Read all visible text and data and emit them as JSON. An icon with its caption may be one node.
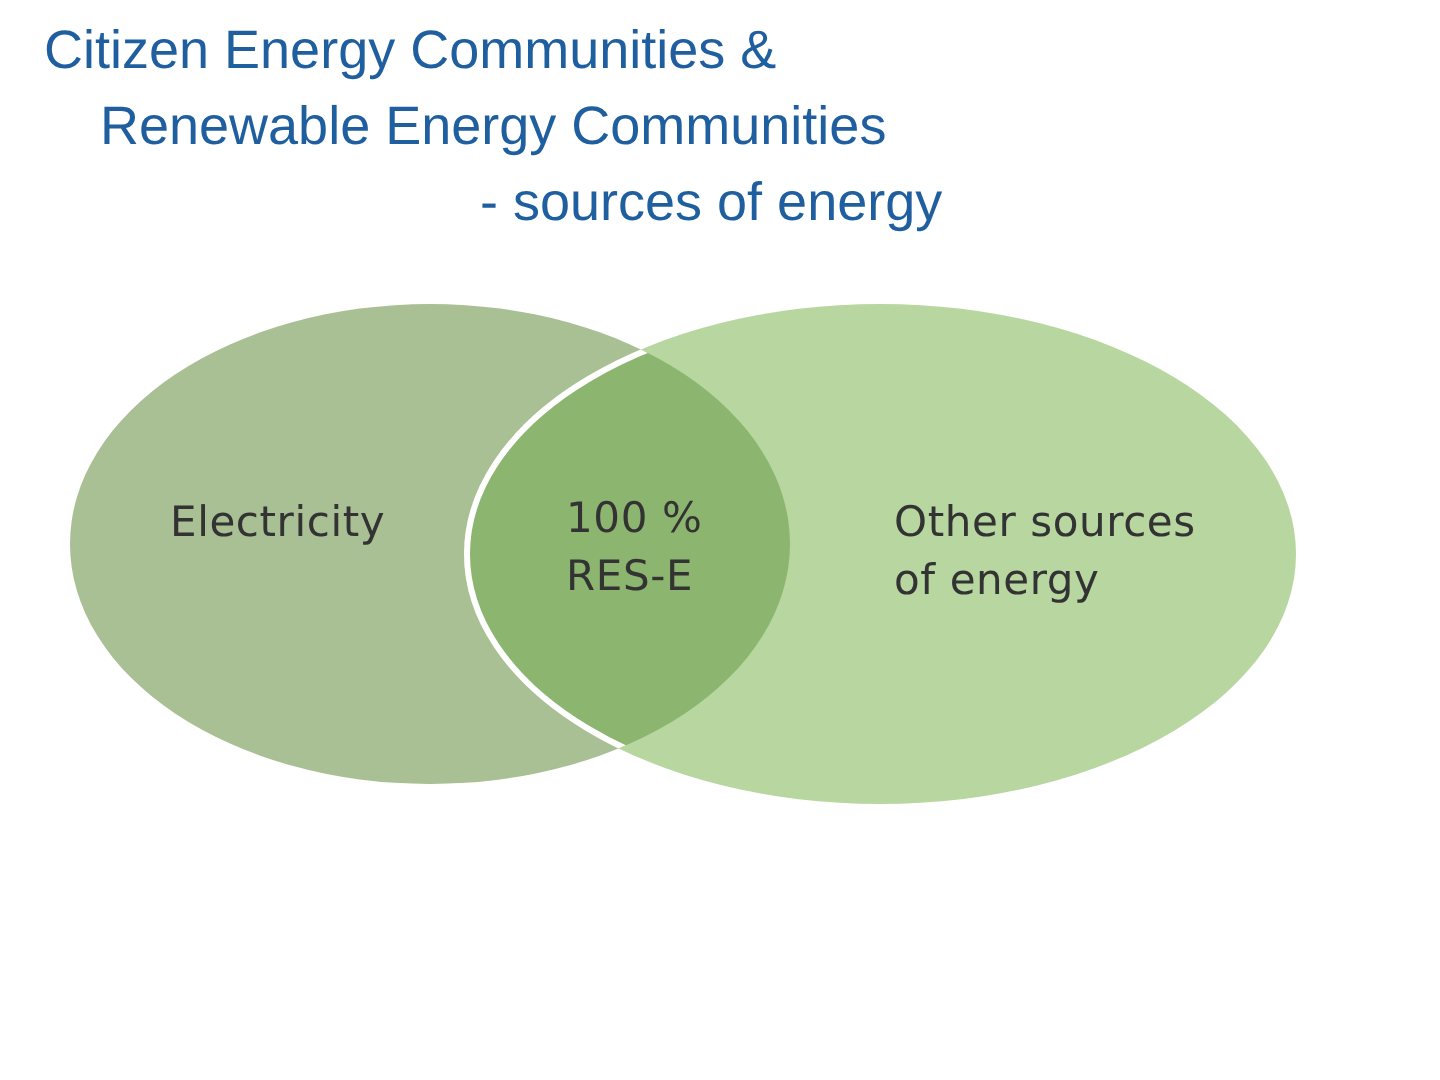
{
  "diagram": {
    "title": "Citizen Energy Communities & Renewable Energy Communities - sources of energy",
    "nodes": [
      {
        "text": [
          "Electricity"
        ]
      },
      {
        "text": [
          "Other sources of energy"
        ]
      }
    ],
    "labels": [
      "100 % RES-E"
    ]
  }
}
